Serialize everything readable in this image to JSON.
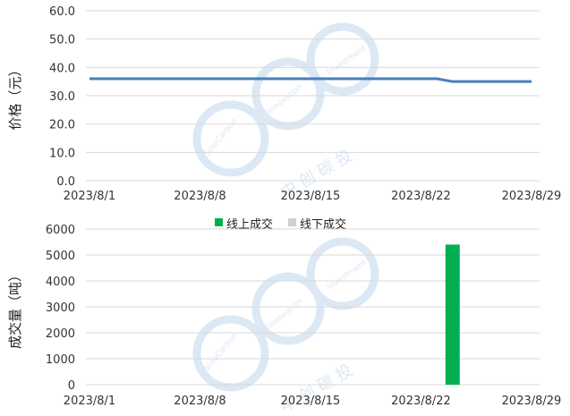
{
  "chart_data": [
    {
      "type": "line",
      "ylabel": "价格（元）",
      "ylim": [
        0,
        60
      ],
      "y_ticks": [
        "0.0",
        "10.0",
        "20.0",
        "30.0",
        "40.0",
        "50.0",
        "60.0"
      ],
      "x_ticks": [
        "2023/8/1",
        "2023/8/8",
        "2023/8/15",
        "2023/8/22",
        "2023/8/29"
      ],
      "x": [
        "2023/8/1",
        "2023/8/2",
        "2023/8/3",
        "2023/8/4",
        "2023/8/5",
        "2023/8/6",
        "2023/8/7",
        "2023/8/8",
        "2023/8/9",
        "2023/8/10",
        "2023/8/11",
        "2023/8/12",
        "2023/8/13",
        "2023/8/14",
        "2023/8/15",
        "2023/8/16",
        "2023/8/17",
        "2023/8/18",
        "2023/8/19",
        "2023/8/20",
        "2023/8/21",
        "2023/8/22",
        "2023/8/23",
        "2023/8/24",
        "2023/8/25",
        "2023/8/26",
        "2023/8/27",
        "2023/8/28",
        "2023/8/29"
      ],
      "series": [
        {
          "values": [
            36,
            36,
            36,
            36,
            36,
            36,
            36,
            36,
            36,
            36,
            36,
            36,
            36,
            36,
            36,
            36,
            36,
            36,
            36,
            36,
            36,
            36,
            36,
            35,
            35,
            35,
            35,
            35,
            35
          ],
          "color": "#4a7ebb"
        }
      ],
      "grid": true
    },
    {
      "type": "bar",
      "ylabel": "成交量（吨）",
      "ylim": [
        0,
        6000
      ],
      "y_ticks": [
        "0",
        "1000",
        "2000",
        "3000",
        "4000",
        "5000",
        "6000"
      ],
      "x_ticks": [
        "2023/8/1",
        "2023/8/8",
        "2023/8/15",
        "2023/8/22",
        "2023/8/29"
      ],
      "legend_position": "top-center",
      "series": [
        {
          "name": "线上成交",
          "color": "#00b050",
          "points": [
            {
              "x": "2023/8/24",
              "y": 5400
            }
          ]
        },
        {
          "name": "线下成交",
          "color": "#d0d0d0",
          "points": []
        }
      ],
      "grid": true
    }
  ],
  "watermark": {
    "text_line1": "SinoCarbon",
    "text_line2": "Innovation",
    "text_line3": "Investment",
    "text_cn": "中 创 碳 投"
  }
}
